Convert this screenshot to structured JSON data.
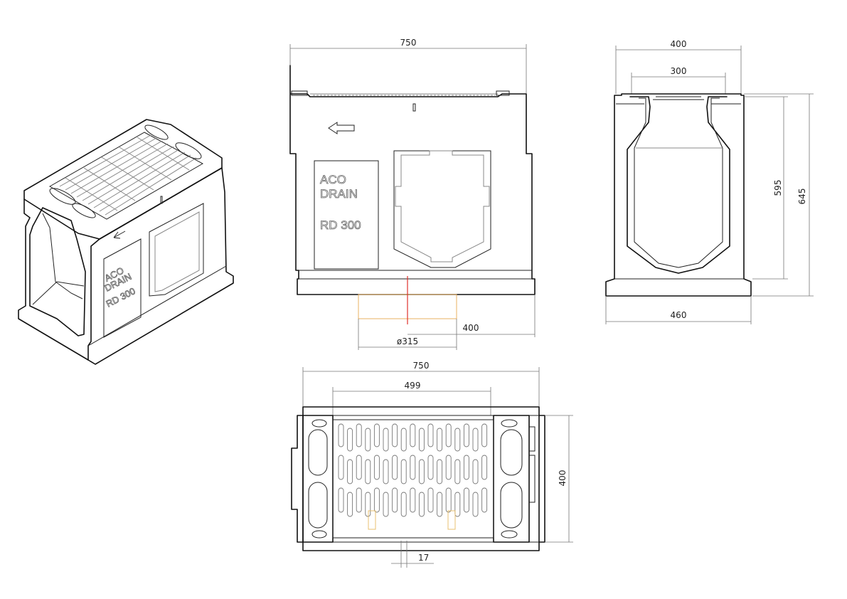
{
  "dimensions": {
    "front_width": "750",
    "side_width": "400",
    "side_inner_width": "300",
    "side_height_inner": "595",
    "side_height_total": "645",
    "side_base_width": "460",
    "outlet_offset": "400",
    "outlet_diameter": "ø315",
    "top_width": "750",
    "top_grating_width": "499",
    "top_depth": "400",
    "slot_width": "17"
  },
  "labels": {
    "panel_line1": "ACO",
    "panel_line2": "DRAIN",
    "panel_line3": "RD 300",
    "iso_line1": "ACO",
    "iso_line2": "DRAIN",
    "iso_line3": "RD 300"
  },
  "colors": {
    "outlet_axis": "#e0302a",
    "outlet_outline": "#e8b060",
    "latch": "#e8c070"
  },
  "icons": {
    "flow_arrow": "arrow-left-icon"
  }
}
